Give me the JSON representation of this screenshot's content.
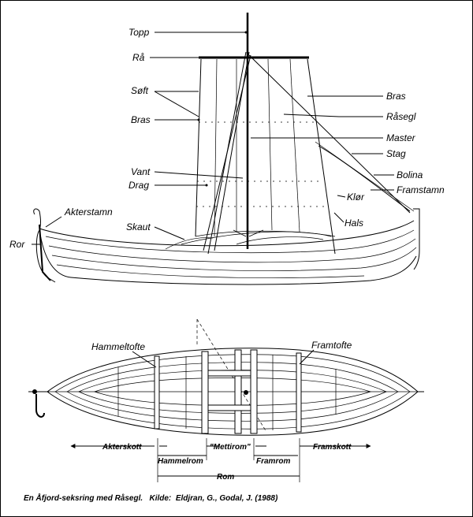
{
  "side_view": {
    "labels": {
      "topp": "Topp",
      "ra": "Rå",
      "soft": "Søft",
      "bras_left": "Bras",
      "vant": "Vant",
      "drag": "Drag",
      "akterstamn": "Akterstamn",
      "skaut": "Skaut",
      "ror": "Ror",
      "bras_right": "Bras",
      "rasegl": "Råsegl",
      "master": "Master",
      "stag": "Stag",
      "bolina": "Bolina",
      "framstamn": "Framstamn",
      "klor": "Klør",
      "hals": "Hals"
    }
  },
  "plan_view": {
    "labels": {
      "hammeltofte": "Hammeltofte",
      "framtofte": "Framtofte",
      "akterskott": "Akterskott",
      "mettirom": "\"Mettirom\"",
      "framskott": "Framskott",
      "hammelrom": "Hammelrom",
      "framrom": "Framrom",
      "rom": "Rom"
    }
  },
  "caption": "En Åfjord-seksring med Råsegl.   Kilde:  Eldjran, G., Godal, J. (1988)"
}
